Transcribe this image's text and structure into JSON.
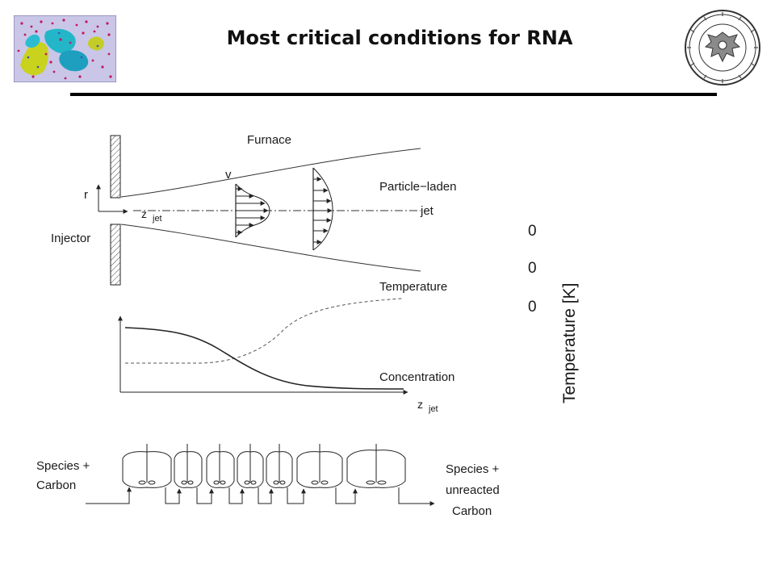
{
  "slide": {
    "title": "Most critical conditions for RNA"
  },
  "logo": {
    "icon": "particle-simulation-thumbnail"
  },
  "seal": {
    "icon": "university-seal"
  },
  "diagram": {
    "furnace": "Furnace",
    "velocity": "v",
    "r_axis": "r",
    "z_axis": "z",
    "z_sub": "jet",
    "particle_laden": "Particle−laden",
    "jet": "jet",
    "injector": "Injector",
    "temperature": "Temperature",
    "concentration": "Concentration",
    "z_axis2": "z",
    "z_sub2": "jet",
    "species_in_1": "Species +",
    "species_in_2": "Carbon",
    "species_out_1": "Species +",
    "species_out_2": "unreacted",
    "species_out_3": "Carbon"
  },
  "side_axis": {
    "tick1": "0",
    "tick2": "0",
    "tick3": "0",
    "label": "Temperature [K]"
  }
}
